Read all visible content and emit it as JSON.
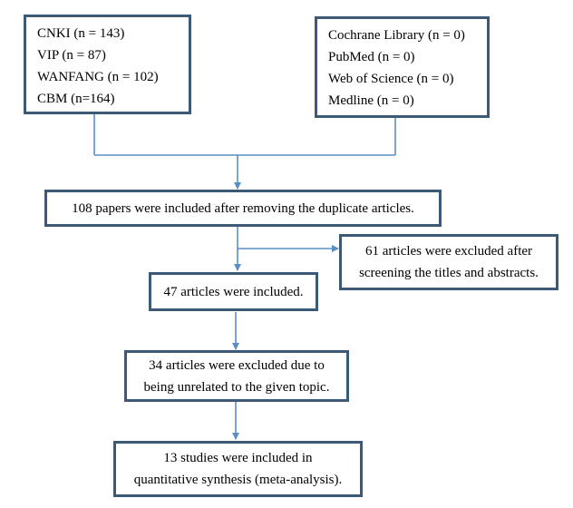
{
  "colors": {
    "box_border": "#3c5a78",
    "connector": "#5b8fc4",
    "text": "#000000",
    "background": "#ffffff"
  },
  "sources": {
    "chinese_databases": [
      "CNKI (n = 143)",
      "VIP (n = 87)",
      "WANFANG (n = 102)",
      "CBM (n=164)"
    ],
    "english_databases": [
      "Cochrane Library (n = 0)",
      "PubMed (n = 0)",
      "Web of Science (n = 0)",
      "Medline (n = 0)"
    ]
  },
  "steps": {
    "deduplicated": "108 papers were included after removing the duplicate articles.",
    "excluded_screening": [
      "61 articles were excluded after",
      "screening the titles and abstracts."
    ],
    "included_screening": "47 articles were included.",
    "excluded_unrelated": [
      "34 articles were excluded due to",
      "being unrelated to the given topic."
    ],
    "final_included": [
      "13 studies were included in",
      "quantitative synthesis (meta-analysis)."
    ]
  }
}
